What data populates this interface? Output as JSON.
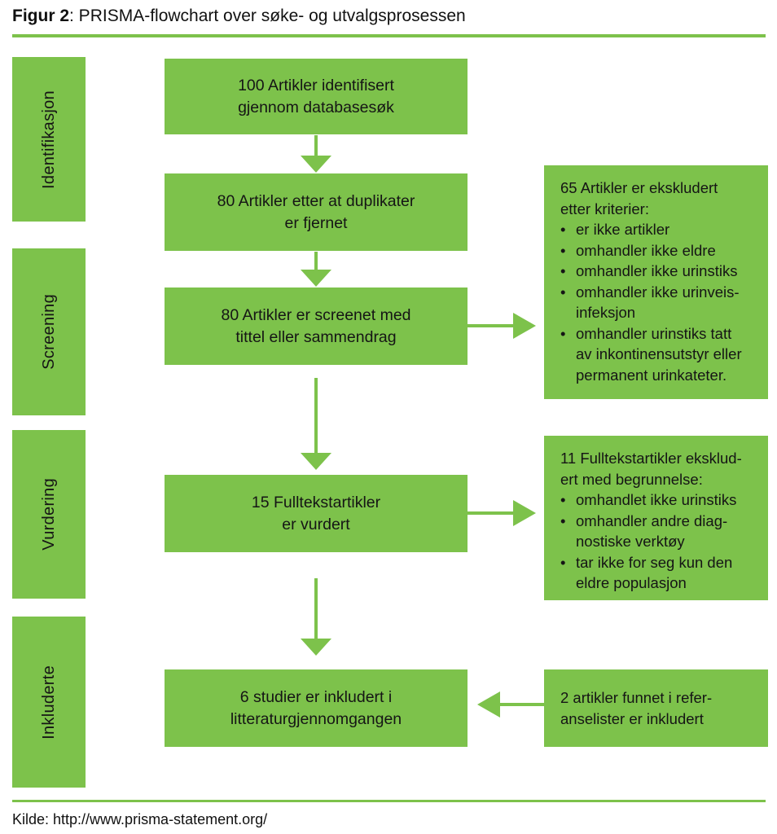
{
  "colors": {
    "green": "#7dc24b",
    "text": "#1b1b1b"
  },
  "title": {
    "prefix": "Figur 2",
    "rest": ": PRISMA-flowchart over søke- og utvalgsprosessen"
  },
  "bullet_glyph": "•",
  "sidebar": {
    "stages": [
      "Identifikasjon",
      "Screening",
      "Vurdering",
      "Inkluderte"
    ]
  },
  "flow": {
    "center_boxes": [
      {
        "lines": [
          "100 Artikler identifisert",
          "gjennom databasesøk"
        ]
      },
      {
        "lines": [
          "80 Artikler etter at duplikater",
          "er fjernet"
        ]
      },
      {
        "lines": [
          "80 Artikler er screenet med",
          "tittel eller sammendrag"
        ]
      },
      {
        "lines": [
          "15 Fulltekstartikler",
          "er vurdert"
        ]
      },
      {
        "lines": [
          "6 studier er inkludert i",
          "litteraturgjennomgangen"
        ]
      }
    ],
    "side_boxes": [
      {
        "header": [
          "65 Artikler er ekskludert",
          "etter kriterier:"
        ],
        "bullets": [
          [
            "er ikke artikler"
          ],
          [
            "omhandler ikke eldre"
          ],
          [
            "omhandler ikke urinstiks"
          ],
          [
            "omhandler ikke urinveis-",
            "infeksjon"
          ],
          [
            "omhandler urinstiks tatt",
            "av inkontinensutstyr eller",
            "permanent urinkateter."
          ]
        ]
      },
      {
        "header": [
          "11 Fulltekstartikler eksklud-",
          "ert med begrunnelse:"
        ],
        "bullets": [
          [
            "omhandlet ikke urinstiks"
          ],
          [
            "omhandler andre diag-",
            "nostiske verktøy"
          ],
          [
            "tar ikke for seg kun den",
            "eldre populasjon"
          ]
        ]
      },
      {
        "lines": [
          "2 artikler funnet i refer-",
          "anselister er inkludert"
        ]
      }
    ]
  },
  "footer": {
    "source": "Kilde: http://www.prisma-statement.org/"
  }
}
